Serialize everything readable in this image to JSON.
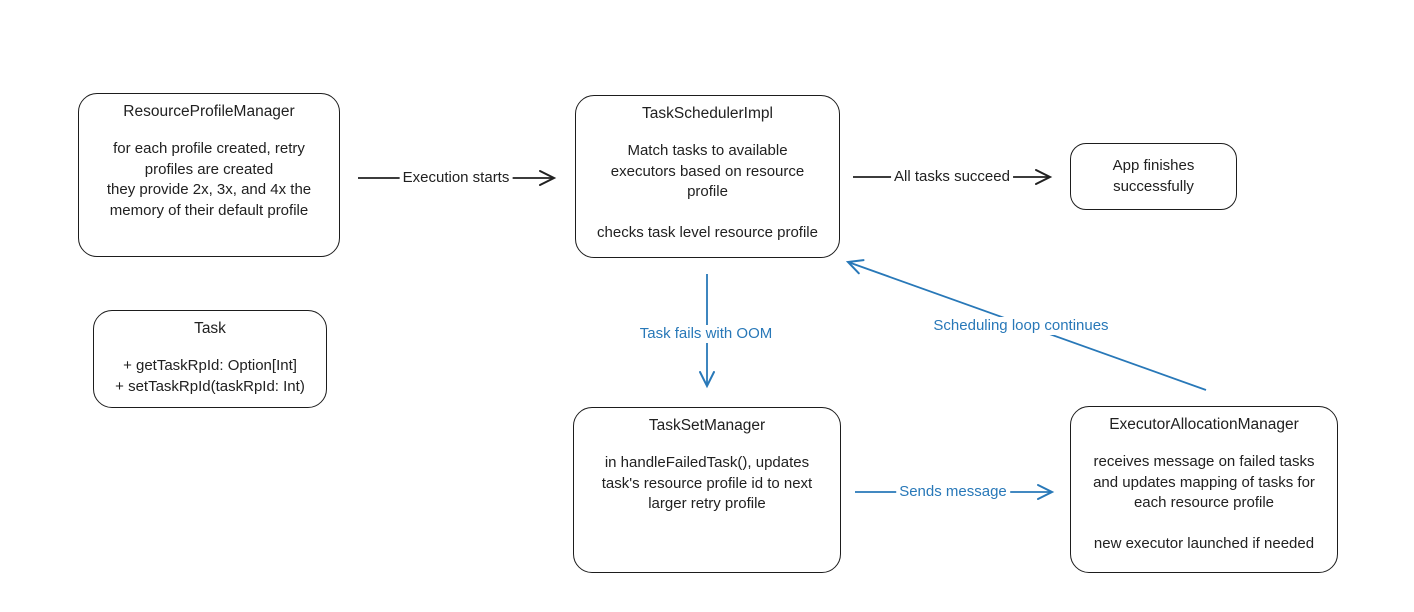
{
  "canvas": {
    "background": "#ffffff"
  },
  "colors": {
    "box_border": "#1d1d1d",
    "text": "#212121",
    "accent_blue": "#2878b8"
  },
  "nodes": [
    {
      "id": "resource-profile-manager",
      "title": "ResourceProfileManager",
      "body": "for each profile created, retry\nprofiles are created\nthey provide 2x, 3x, and 4x the\nmemory of their default profile"
    },
    {
      "id": "task-scheduler-impl",
      "title": "TaskSchedulerImpl",
      "body": "Match tasks to available\nexecutors based on resource\nprofile\n\nchecks task level resource profile"
    },
    {
      "id": "app-finishes-successfully",
      "title": "",
      "body": "App finishes\nsuccessfully"
    },
    {
      "id": "task",
      "title": "Task",
      "body": "+ getTaskRpId: Option[Int]\n+ setTaskRpId(taskRpId: Int)"
    },
    {
      "id": "task-set-manager",
      "title": "TaskSetManager",
      "body": "in handleFailedTask(), updates\ntask's resource profile id to next\nlarger retry profile"
    },
    {
      "id": "executor-allocation-manager",
      "title": "ExecutorAllocationManager",
      "body": "receives message on failed tasks\nand updates mapping of tasks for\neach resource profile\n\nnew executor launched if needed"
    }
  ],
  "edges": [
    {
      "id": "execution-starts",
      "label": "Execution starts",
      "color": "#212121"
    },
    {
      "id": "all-tasks-succeed",
      "label": "All tasks succeed",
      "color": "#212121"
    },
    {
      "id": "task-fails-oom",
      "label": "Task fails with OOM",
      "color": "#2878b8"
    },
    {
      "id": "sends-message",
      "label": "Sends message",
      "color": "#2878b8"
    },
    {
      "id": "scheduling-loop",
      "label": "Scheduling loop continues",
      "color": "#2878b8"
    }
  ]
}
